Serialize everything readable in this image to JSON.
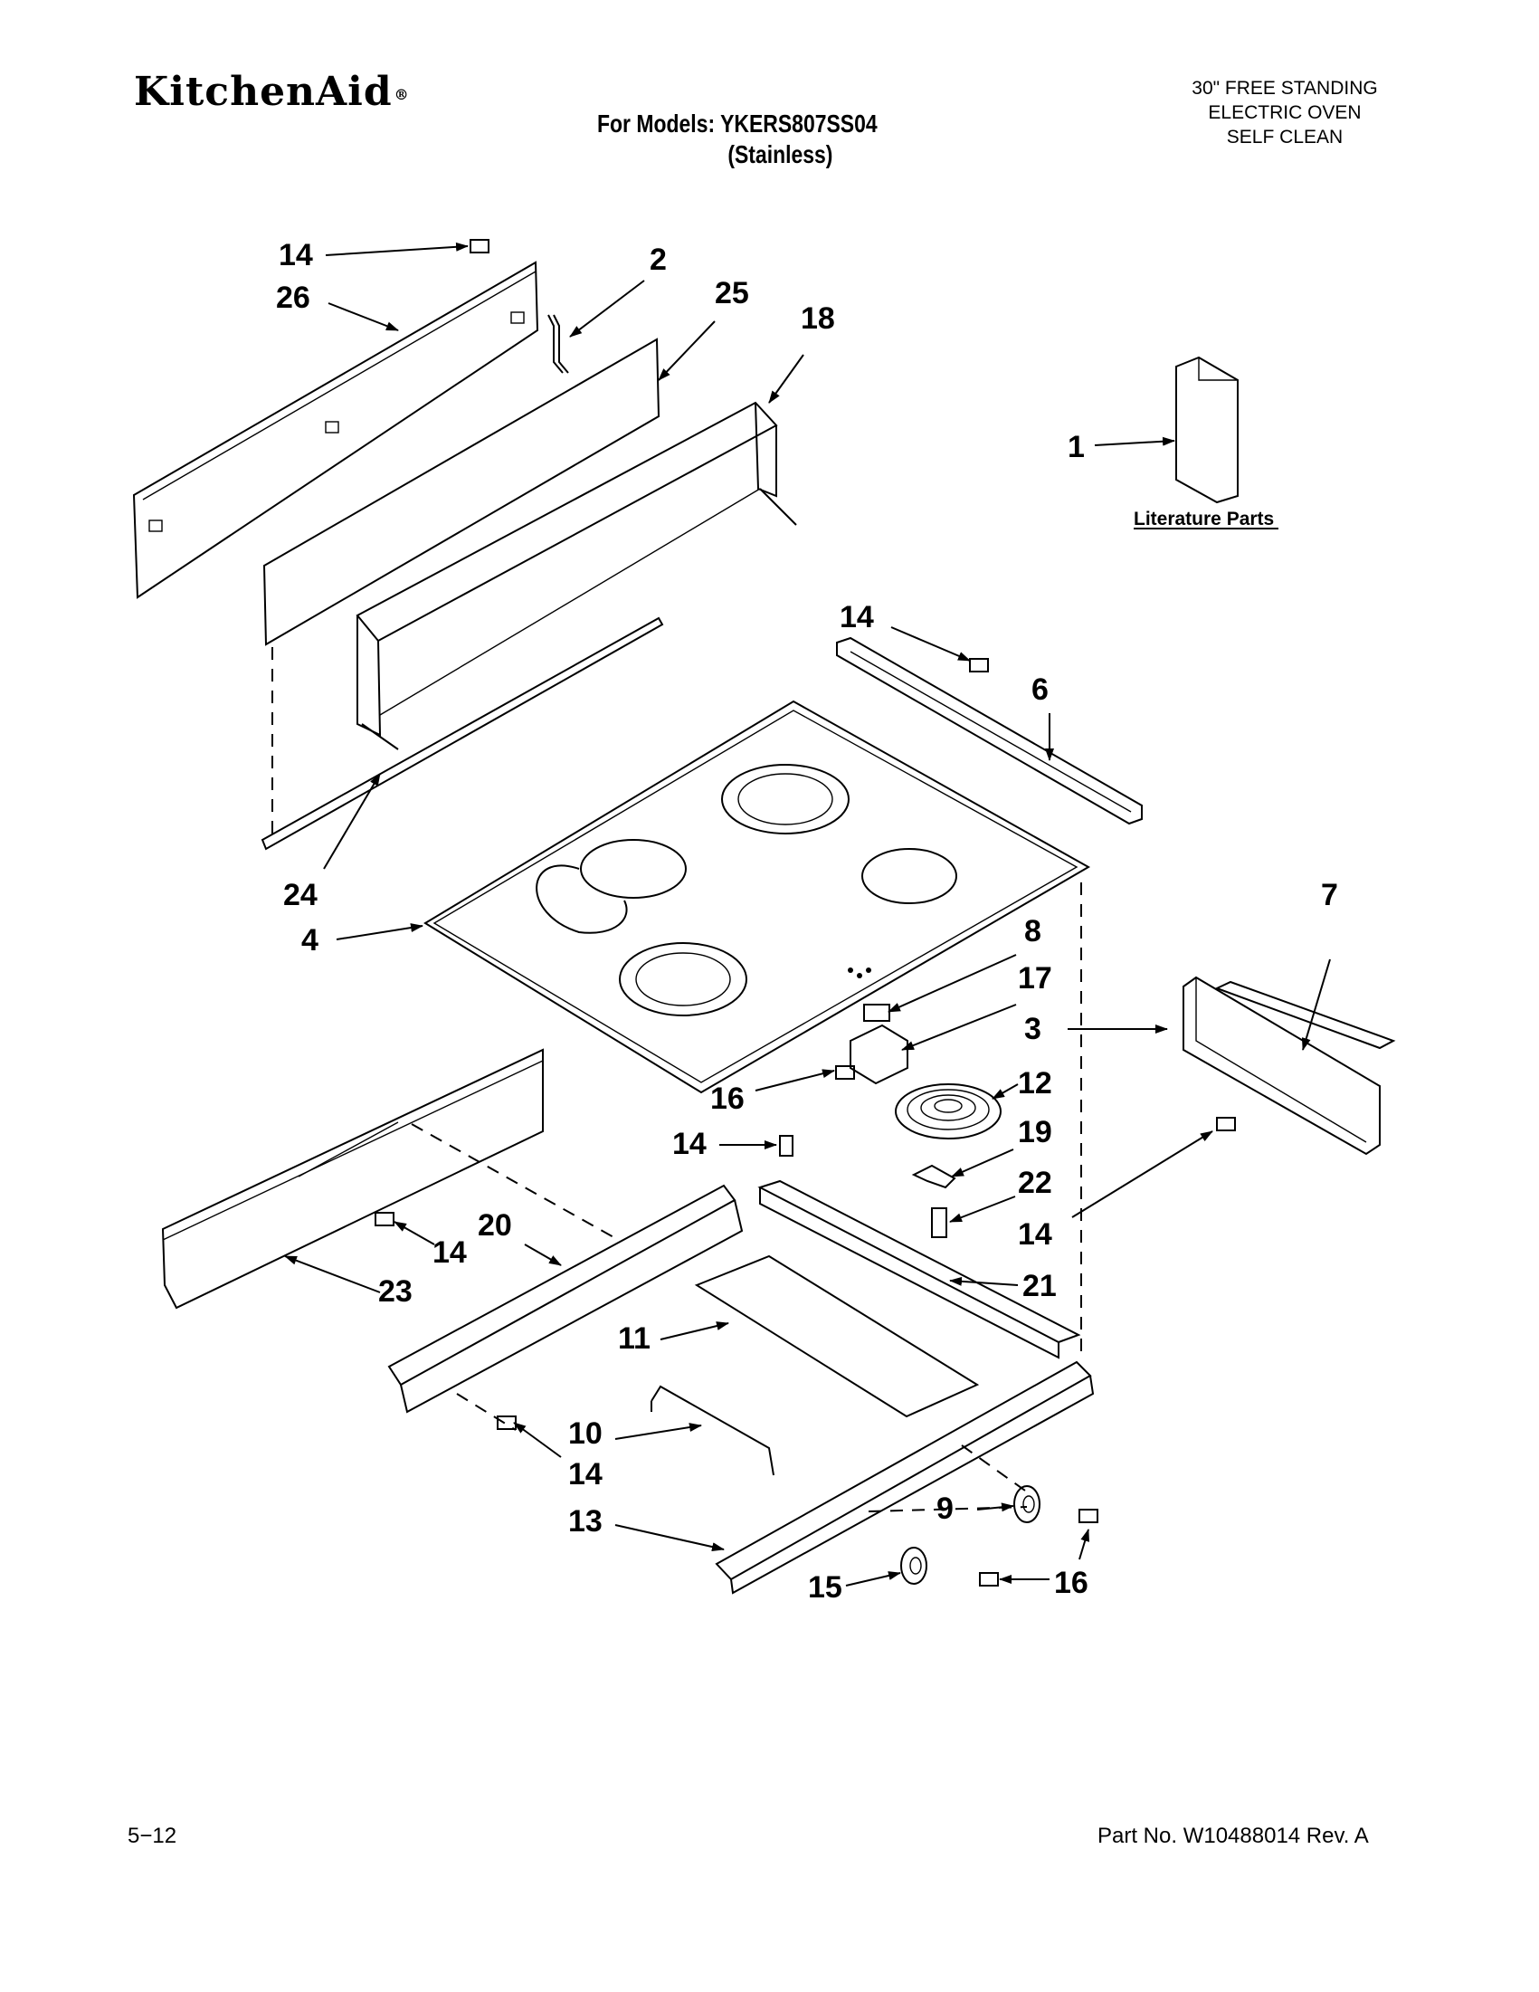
{
  "header": {
    "brand": "KitchenAid",
    "brand_mark": "®",
    "models_line1": "For Models: YKERS807SS04",
    "models_line2": "(Stainless)",
    "description": [
      "30\" FREE STANDING",
      "ELECTRIC OVEN",
      "SELF CLEAN"
    ]
  },
  "literature_label": "Literature Parts",
  "callouts": [
    {
      "id": "c14a",
      "text": "14"
    },
    {
      "id": "c26",
      "text": "26"
    },
    {
      "id": "c2",
      "text": "2"
    },
    {
      "id": "c25",
      "text": "25"
    },
    {
      "id": "c18",
      "text": "18"
    },
    {
      "id": "c1",
      "text": "1"
    },
    {
      "id": "c14b",
      "text": "14"
    },
    {
      "id": "c6",
      "text": "6"
    },
    {
      "id": "c24",
      "text": "24"
    },
    {
      "id": "c4",
      "text": "4"
    },
    {
      "id": "c7",
      "text": "7"
    },
    {
      "id": "c8",
      "text": "8"
    },
    {
      "id": "c17",
      "text": "17"
    },
    {
      "id": "c3",
      "text": "3"
    },
    {
      "id": "c12",
      "text": "12"
    },
    {
      "id": "c16a",
      "text": "16"
    },
    {
      "id": "c14c",
      "text": "14"
    },
    {
      "id": "c19",
      "text": "19"
    },
    {
      "id": "c22",
      "text": "22"
    },
    {
      "id": "c14d",
      "text": "14"
    },
    {
      "id": "c20",
      "text": "20"
    },
    {
      "id": "c14e",
      "text": "14"
    },
    {
      "id": "c23",
      "text": "23"
    },
    {
      "id": "c21",
      "text": "21"
    },
    {
      "id": "c11",
      "text": "11"
    },
    {
      "id": "c10",
      "text": "10"
    },
    {
      "id": "c14f",
      "text": "14"
    },
    {
      "id": "c13",
      "text": "13"
    },
    {
      "id": "c9",
      "text": "9"
    },
    {
      "id": "c15",
      "text": "15"
    },
    {
      "id": "c16b",
      "text": "16"
    }
  ],
  "footer": {
    "page": "5−12",
    "part_number": "Part No. W10488014 Rev. A"
  }
}
